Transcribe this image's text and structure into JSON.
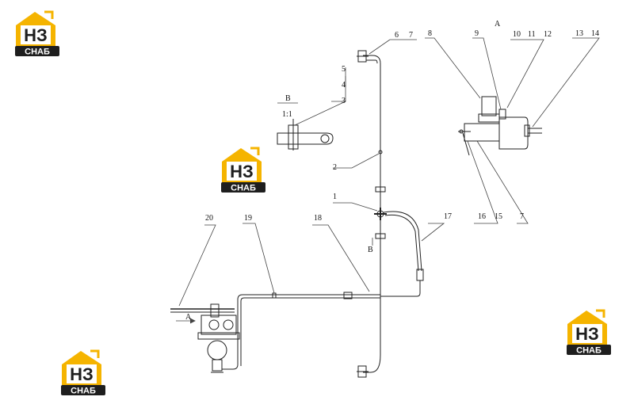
{
  "watermark": {
    "letters": "НЗ",
    "word": "СНАБ",
    "brand_color": "#f5b400",
    "dark_color": "#1e1e1e"
  },
  "callouts": [
    "1",
    "2",
    "3",
    "4",
    "5",
    "6",
    "7",
    "8",
    "9",
    "10",
    "11",
    "12",
    "13",
    "14",
    "15",
    "16",
    "7",
    "17",
    "18",
    "19",
    "20"
  ],
  "view_labels": {
    "a_top": "A",
    "a_bottom": "A",
    "b_section": "B",
    "b_scale": "1:1",
    "b_arrow": "B"
  }
}
